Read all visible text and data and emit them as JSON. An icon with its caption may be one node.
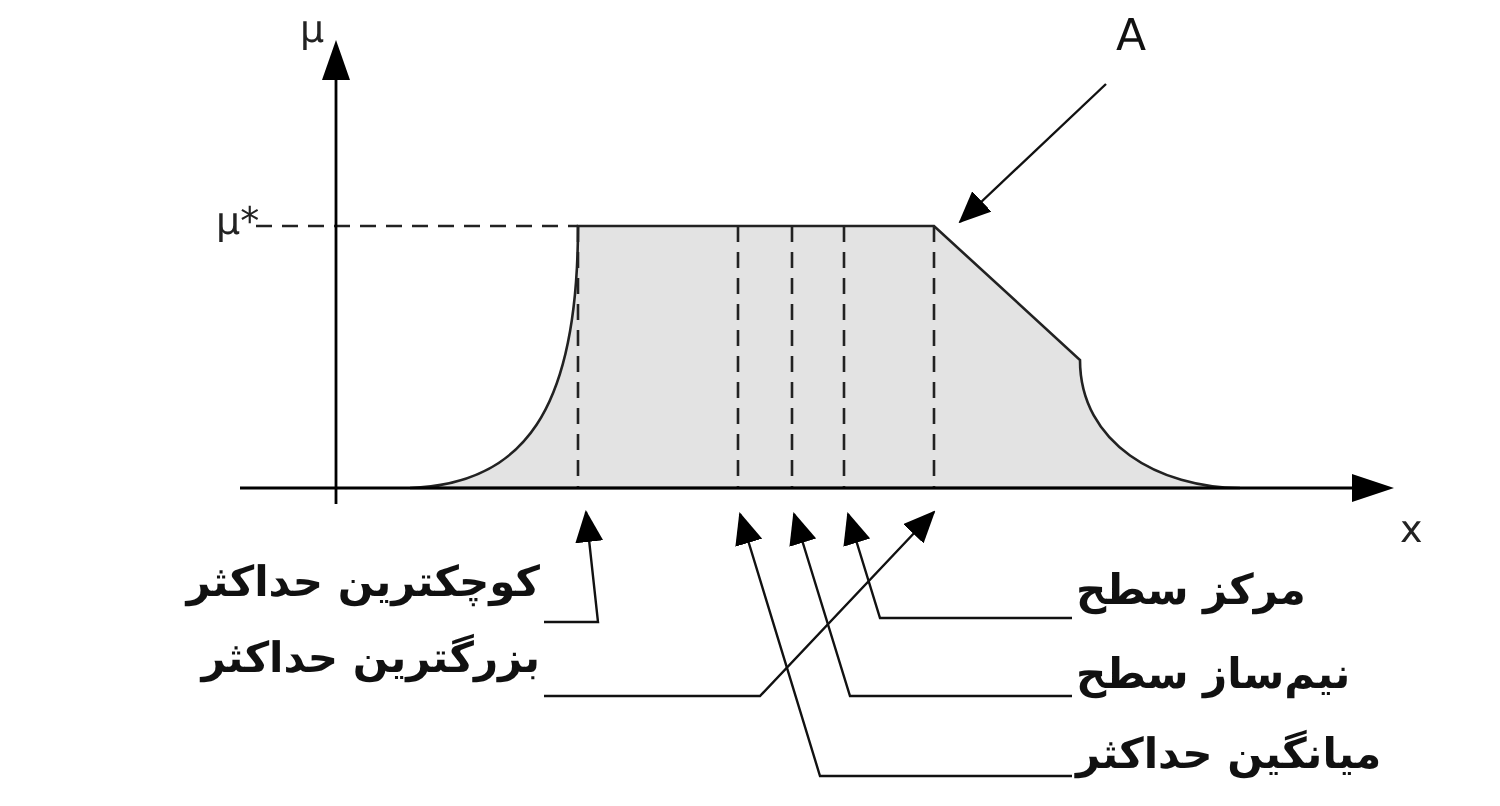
{
  "diagram": {
    "nodes": [
      {
        "text": [
          "A"
        ]
      },
      {
        "text": [],
        "shape": "picture"
      },
      {
        "text": [
          "کوچکترین حداکثر"
        ]
      },
      {
        "text": [
          "مرکز سطح"
        ]
      },
      {
        "text": [
          "بزرگترین حداکثر"
        ]
      },
      {
        "text": [
          "نیم‌ساز سطح"
        ]
      },
      {
        "text": [
          "میانگین حداکثر"
        ]
      }
    ],
    "edges": [
      {
        "from": 0,
        "to": 1,
        "arrow": "to"
      },
      {
        "from": 2,
        "to": 1,
        "arrow": "to"
      },
      {
        "from": 3,
        "to": 1,
        "arrow": "to"
      },
      {
        "from": 4,
        "to": 1,
        "arrow": "to"
      },
      {
        "from": 5,
        "to": 1,
        "arrow": "to"
      },
      {
        "from": 6,
        "to": 1,
        "arrow": "to"
      }
    ],
    "labels": [
      "μ",
      "μ*",
      "x"
    ]
  }
}
